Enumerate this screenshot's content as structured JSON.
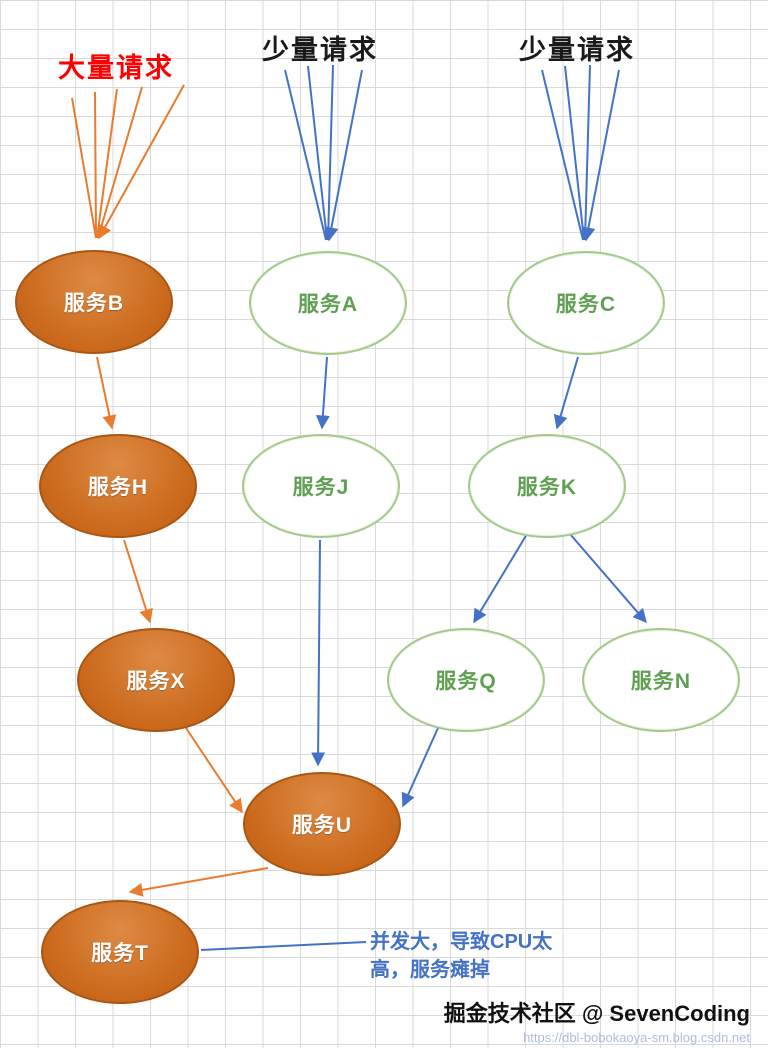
{
  "colors": {
    "red": "#ff0000",
    "orange": "#cb6a1d",
    "arrow_orange": "#E87B2E",
    "arrow_blue": "#4472C4",
    "green_border": "#a2c98a",
    "green_text": "#5fa052"
  },
  "headers": {
    "heavy_requests": "大量请求",
    "light_requests_mid": "少量请求",
    "light_requests_right": "少量请求"
  },
  "nodes": [
    {
      "id": "B",
      "label": "服务B",
      "type": "orange"
    },
    {
      "id": "A",
      "label": "服务A",
      "type": "green"
    },
    {
      "id": "C",
      "label": "服务C",
      "type": "green"
    },
    {
      "id": "H",
      "label": "服务H",
      "type": "orange"
    },
    {
      "id": "J",
      "label": "服务J",
      "type": "green"
    },
    {
      "id": "K",
      "label": "服务K",
      "type": "green"
    },
    {
      "id": "X",
      "label": "服务X",
      "type": "orange"
    },
    {
      "id": "Q",
      "label": "服务Q",
      "type": "green"
    },
    {
      "id": "N",
      "label": "服务N",
      "type": "green"
    },
    {
      "id": "U",
      "label": "服务U",
      "type": "orange"
    },
    {
      "id": "T",
      "label": "服务T",
      "type": "orange"
    }
  ],
  "annotation": {
    "line1": "并发大，导致CPU太",
    "line2": "高，服务瘫掉"
  },
  "watermark": {
    "text": "掘金技术社区 @ SevenCoding",
    "url": "https://dbl-bobokaoya-sm.blog.csdn.net"
  }
}
